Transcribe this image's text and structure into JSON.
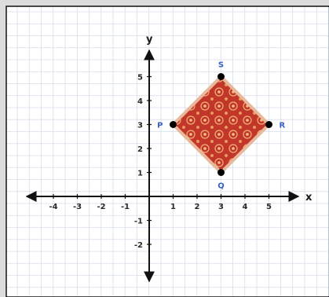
{
  "axes": {
    "x_label": "x",
    "y_label": "y",
    "x_ticks": [
      -4,
      -3,
      -2,
      -1,
      1,
      2,
      3,
      4,
      5
    ],
    "y_ticks": [
      5,
      4,
      3,
      2,
      1,
      -1,
      -2
    ]
  },
  "shape": {
    "type": "square (rhombus)",
    "fill_color": "#c0392b",
    "border_color": "#e8b89a",
    "vertices": [
      {
        "label": "P",
        "x": 1,
        "y": 3
      },
      {
        "label": "S",
        "x": 3,
        "y": 5
      },
      {
        "label": "R",
        "x": 5,
        "y": 3
      },
      {
        "label": "Q",
        "x": 3,
        "y": 1
      }
    ]
  },
  "colors": {
    "grid": "#d6dcea",
    "axis": "#111111",
    "point": "#000000",
    "point_label": "#3b5fc4"
  }
}
